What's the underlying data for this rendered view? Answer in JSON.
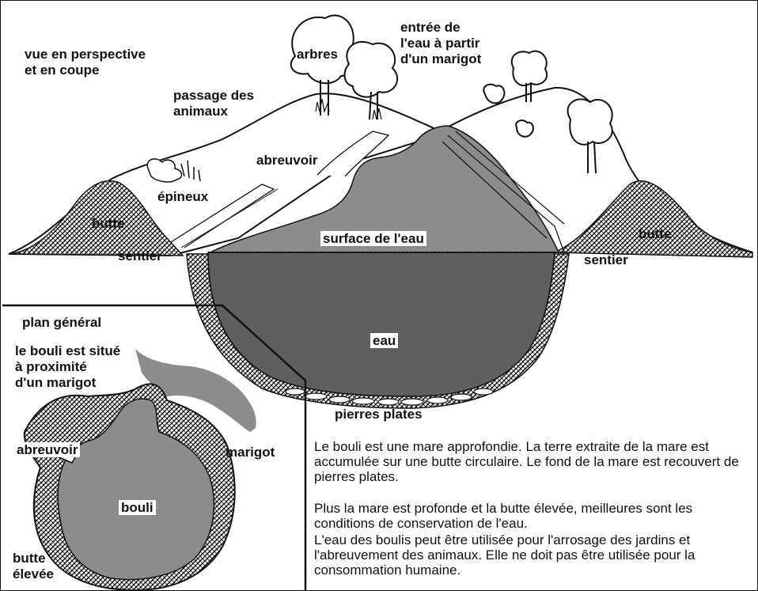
{
  "labels": {
    "view_title": "vue en perspective\net en coupe",
    "trees": "arbres",
    "water_entry": "entrée de\nl'eau à partir\nd'un marigot",
    "animal_passage": "passage des\nanimaux",
    "trough": "abreuvoir",
    "thorny": "épineux",
    "mound_left": "butte",
    "mound_right": "butte",
    "path_left": "sentier",
    "path_right": "sentier",
    "water_surface": "surface de l'eau",
    "water": "eau",
    "flat_stones": "pierres plates"
  },
  "inset": {
    "title": "plan général",
    "subtitle": "le bouli est situé\nà proximité\nd'un marigot",
    "trough": "abreuvoir",
    "backwater": "marigot",
    "bouli": "bouli",
    "raised_mound": "butte\nélevée"
  },
  "description": [
    "Le bouli est une mare approfondie. La terre extraite de la mare est accumulée sur une butte circulaire. Le fond de la mare est recouvert de pierres plates.",
    "Plus la mare est profonde et la butte élevée, meilleures sont les conditions de conservation de l'eau.",
    "L'eau des boulis peut être utilisée pour l'arrosage des jardins et l'abreuvement des animaux. Elle ne doit pas être utilisée pour la consommation humaine."
  ],
  "colors": {
    "surface_water": "#8c8c8c",
    "deep_water": "#5f5f5f",
    "line": "#111111",
    "ground": "#ffffff"
  }
}
